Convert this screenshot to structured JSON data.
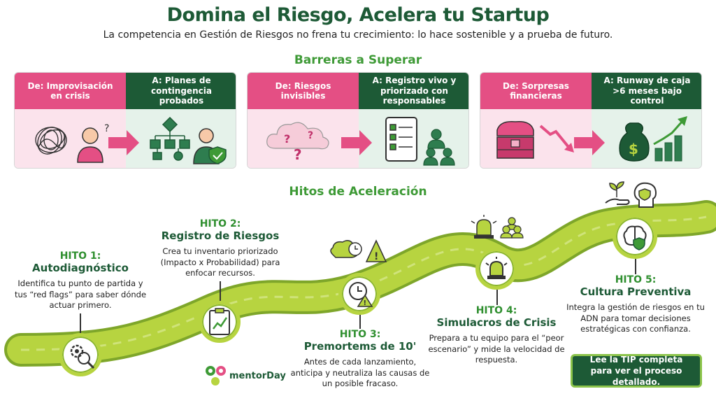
{
  "header": {
    "title": "Domina el Riesgo, Acelera tu Startup",
    "subtitle": "La competencia en Gestión de Riesgos no frena tu crecimiento: lo hace sostenible y a prueba de futuro."
  },
  "barriers": {
    "title": "Barreras a Superar",
    "cards": [
      {
        "from": "De: Improvisación en crisis",
        "to": "A: Planes de contingencia probados"
      },
      {
        "from": "De: Riesgos invisibles",
        "to": "A: Registro vivo y priorizado con responsables"
      },
      {
        "from": "De: Sorpresas financieras",
        "to": "A: Runway de caja >6 meses bajo control"
      }
    ]
  },
  "milestones": {
    "title": "Hitos de Aceleración",
    "items": [
      {
        "label": "HITO 1:",
        "name": "Autodiagnóstico",
        "desc": "Identifica tu punto de partida y tus “red flags” para saber dónde actuar primero."
      },
      {
        "label": "HITO 2:",
        "name": "Registro de Riesgos",
        "desc": "Crea tu inventario priorizado (Impacto x Probabilidad) para enfocar recursos."
      },
      {
        "label": "HITO 3:",
        "name": "Premortems de 10'",
        "desc": "Antes de cada lanzamiento, anticipa y neutraliza las causas de un posible fracaso."
      },
      {
        "label": "HITO 4:",
        "name": "Simulacros de Crisis",
        "desc": "Prepara a tu equipo para el “peor escenario” y mide la velocidad de respuesta."
      },
      {
        "label": "HITO 5:",
        "name": "Cultura Preventiva",
        "desc": "Integra la gestión de riesgos en tu ADN para tomar decisiones estratégicas con confianza."
      }
    ]
  },
  "tip": {
    "text": "Lee la TIP completa para ver el proceso detallado."
  },
  "logo": {
    "text": "mentorDay"
  },
  "colors": {
    "pink": "#e44f84",
    "dark_green": "#1d5a36",
    "lime": "#b7d440",
    "green": "#3e9a36"
  },
  "icons": [
    "tangle-icon",
    "confused-person-icon",
    "flowchart-icon",
    "shield-person-icon",
    "cloud-question-icon",
    "checklist-icon",
    "team-icon",
    "treasure-chest-icon",
    "down-trend-icon",
    "money-bag-growth-icon",
    "gear-search-icon",
    "clipboard-chart-icon",
    "clock-warning-icon",
    "alarm-icon",
    "brain-shield-icon",
    "plant-hand-icon",
    "head-shield-icon"
  ]
}
